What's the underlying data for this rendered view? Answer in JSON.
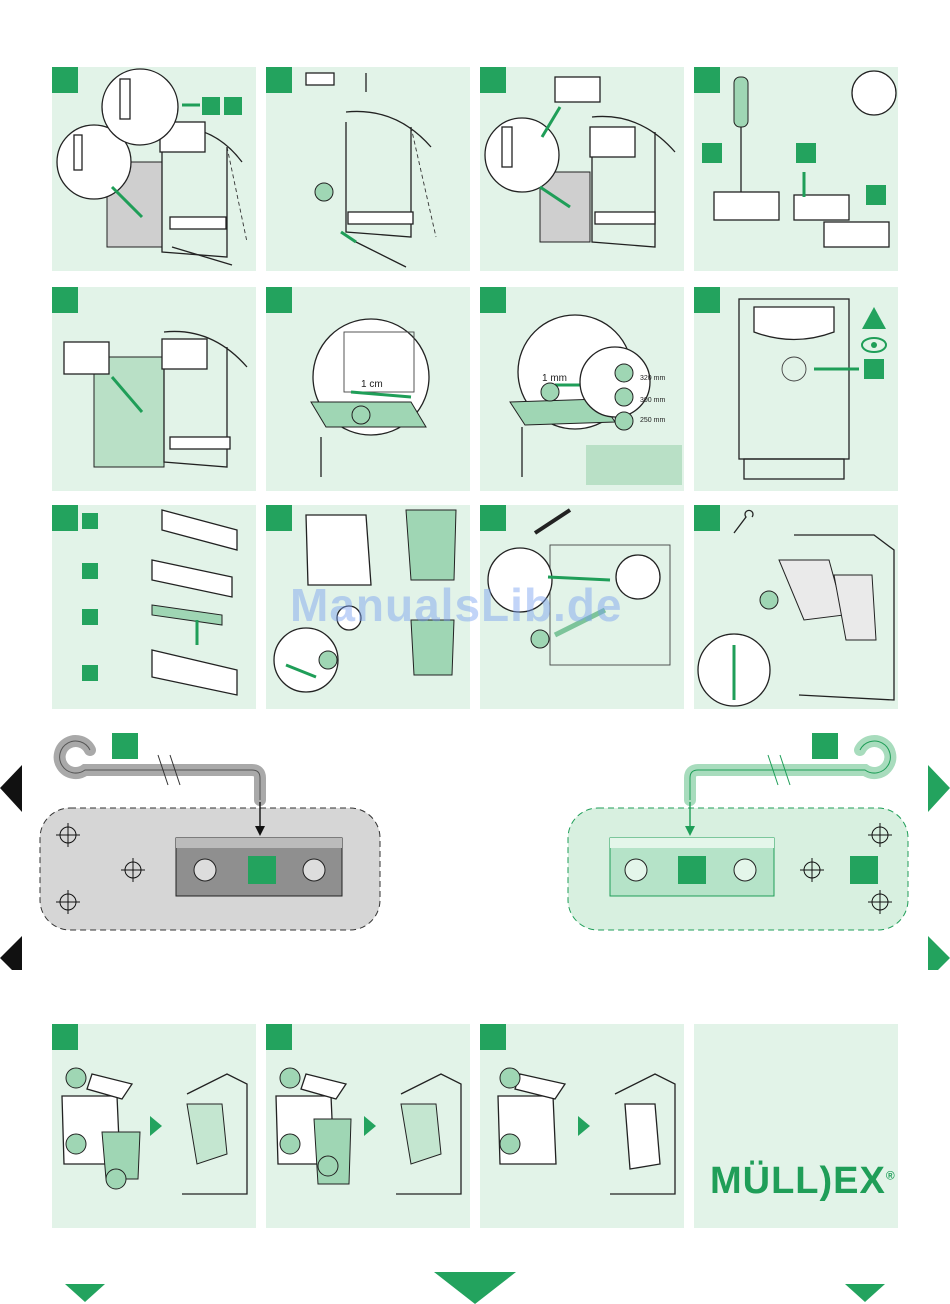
{
  "watermark": "ManualsLib.de",
  "logo": {
    "text": "MÜLL)EX",
    "mark": "®"
  },
  "measurements": {
    "panel6": "1 cm",
    "panel7_gap": "1 mm",
    "panel7_a": "320 mm",
    "panel7_b": "300 mm",
    "panel7_c": "250 mm"
  },
  "icons": [
    "warning-icon",
    "eye-icon",
    "screwdriver-icon",
    "screw-icon",
    "hook-icon"
  ],
  "colors": {
    "accent": "#23a35e",
    "panel": "#e2f3e8",
    "gray_template": "#d6d6d6"
  }
}
